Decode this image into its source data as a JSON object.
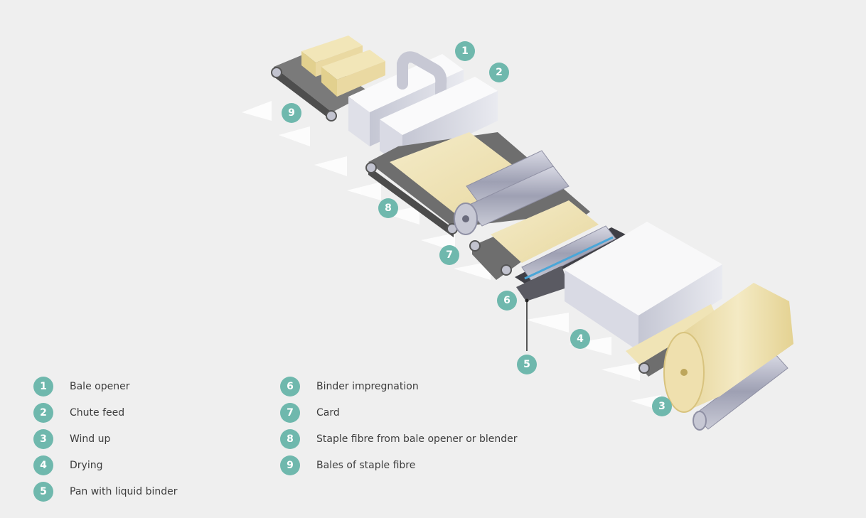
{
  "colors": {
    "background": "#efefef",
    "badge": "#6fb8ad",
    "fibre": "#efe2b3",
    "belt": "#6e6e6e",
    "machine": "#f6f6f7",
    "roller": "#b3b4c4",
    "legend_text": "#3d3d3d"
  },
  "diagram_badges": [
    {
      "label": "1",
      "target": "bale-opener"
    },
    {
      "label": "2",
      "target": "chute-feed"
    },
    {
      "label": "9",
      "target": "bales-of-staple-fibre"
    },
    {
      "label": "8",
      "target": "staple-fibre-web"
    },
    {
      "label": "7",
      "target": "card"
    },
    {
      "label": "6",
      "target": "binder-impregnation"
    },
    {
      "label": "5",
      "target": "pan-with-liquid-binder"
    },
    {
      "label": "4",
      "target": "drying"
    },
    {
      "label": "3",
      "target": "wind-up"
    }
  ],
  "legend": {
    "left_column": [
      {
        "number": "1",
        "text": "Bale opener"
      },
      {
        "number": "2",
        "text": "Chute feed"
      },
      {
        "number": "3",
        "text": "Wind up"
      },
      {
        "number": "4",
        "text": "Drying"
      },
      {
        "number": "5",
        "text": "Pan with liquid binder"
      }
    ],
    "right_column": [
      {
        "number": "6",
        "text": "Binder impregnation"
      },
      {
        "number": "7",
        "text": "Card"
      },
      {
        "number": "8",
        "text": "Staple fibre from bale opener or blender"
      },
      {
        "number": "9",
        "text": "Bales of staple fibre"
      }
    ]
  }
}
